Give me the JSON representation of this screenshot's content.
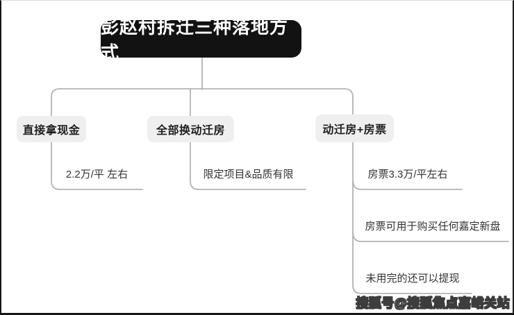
{
  "diagram": {
    "title": "彭赵村拆迁三种落地方式",
    "branches": [
      {
        "label": "直接拿现金",
        "leaves": [
          "2.2万/平 左右"
        ]
      },
      {
        "label": "全部换动迁房",
        "leaves": [
          "限定项目&品质有限"
        ]
      },
      {
        "label": "动迁房+房票",
        "leaves": [
          "房票3.3万/平左右",
          "房票可用于购买任何嘉定新盘",
          "未用完的还可以提现"
        ]
      }
    ],
    "colors": {
      "root_bg": "#121212",
      "root_text": "#ffffff",
      "branch_bg": "#efefef",
      "line": "#b3b3b3",
      "leaf_text": "#333333"
    }
  },
  "watermark": {
    "text": "搜狐号@搜狐焦点嘉峪关站"
  }
}
